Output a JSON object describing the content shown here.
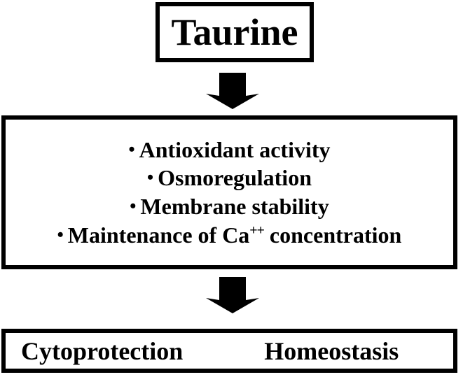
{
  "diagram": {
    "type": "flowchart",
    "orientation": "vertical",
    "title_box": {
      "label": "Taurine"
    },
    "functions_box": {
      "bullet_char": "•",
      "items": [
        {
          "text": "Antioxidant activity",
          "sup": ""
        },
        {
          "text": "Osmoregulation",
          "sup": ""
        },
        {
          "text": "Membrane stability",
          "sup": ""
        },
        {
          "text_before": "Maintenance of Ca",
          "sup": "++",
          "text_after": " concentration"
        }
      ]
    },
    "outcomes_box": {
      "left_label": "Cytoprotection",
      "right_label": "Homeostasis"
    },
    "arrows": [
      {
        "name": "arrow-taurine-to-functions",
        "direction": "down"
      },
      {
        "name": "arrow-functions-to-outcomes",
        "direction": "down"
      }
    ],
    "colors": {
      "stroke": "#000000",
      "fill": "#ffffff",
      "text": "#000000"
    }
  }
}
